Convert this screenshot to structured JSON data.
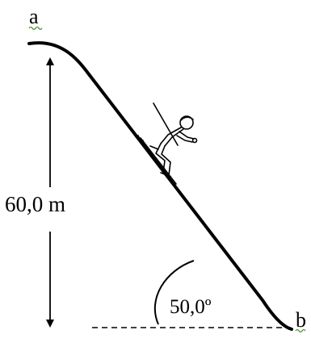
{
  "figure": {
    "point_a": "a",
    "point_b": "b",
    "height": "60,0 m",
    "angle": "50,0º"
  }
}
